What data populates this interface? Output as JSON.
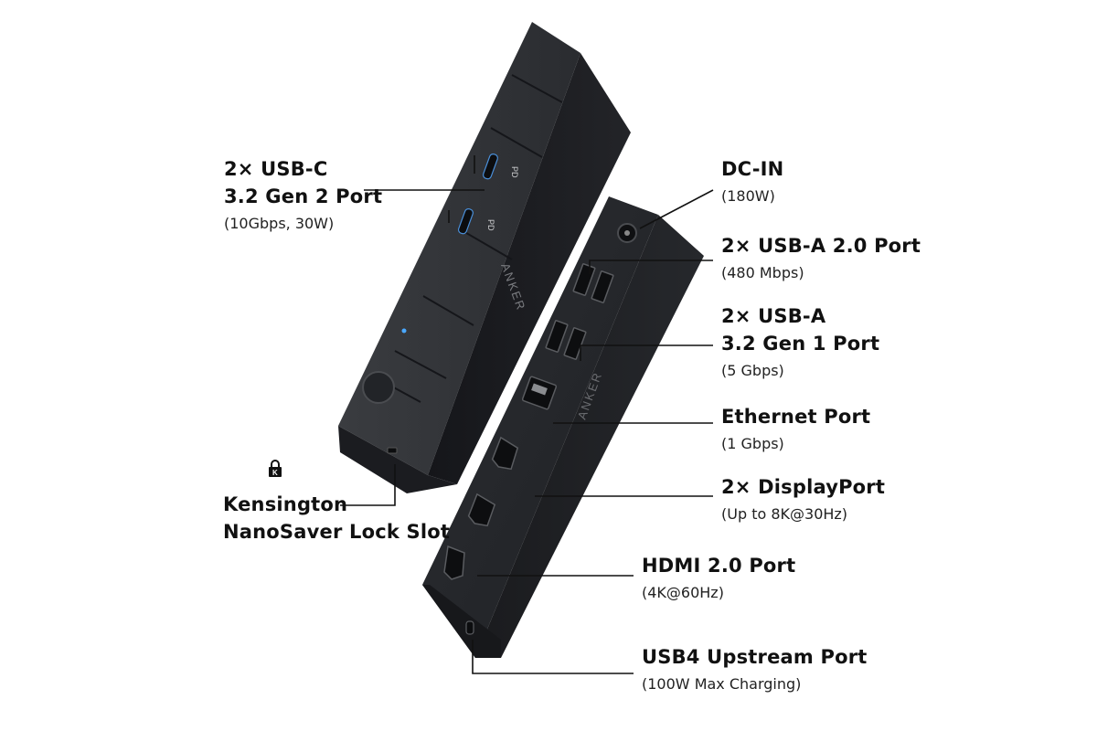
{
  "brand": "ANKER",
  "callouts": {
    "usbc": {
      "title_lines": [
        "2× USB-C",
        "3.2 Gen 2 Port"
      ],
      "sub": "(10Gbps, 30W)"
    },
    "kensington": {
      "title_lines": [
        "Kensington",
        "NanoSaver Lock Slot"
      ]
    },
    "dcin": {
      "title": "DC-IN",
      "sub": "(180W)"
    },
    "usba2": {
      "title": "2× USB-A 2.0 Port",
      "sub": "(480 Mbps)"
    },
    "usba3": {
      "title_lines": [
        "2× USB-A",
        "3.2 Gen 1 Port"
      ],
      "sub": "(5 Gbps)"
    },
    "ethernet": {
      "title": "Ethernet Port",
      "sub": "(1 Gbps)"
    },
    "displayport": {
      "title": "2× DisplayPort",
      "sub": "(Up to 8K@30Hz)"
    },
    "hdmi": {
      "title": "HDMI 2.0 Port",
      "sub": "(4K@60Hz)"
    },
    "usb4": {
      "title": "USB4 Upstream Port",
      "sub": "(100W Max Charging)"
    }
  },
  "port_marks": {
    "pd": "PD"
  },
  "colors": {
    "background": "#ffffff",
    "device_body": "#1e1f22",
    "device_top": "#2e3034",
    "label_text": "#111111",
    "leader_line": "#111111"
  }
}
